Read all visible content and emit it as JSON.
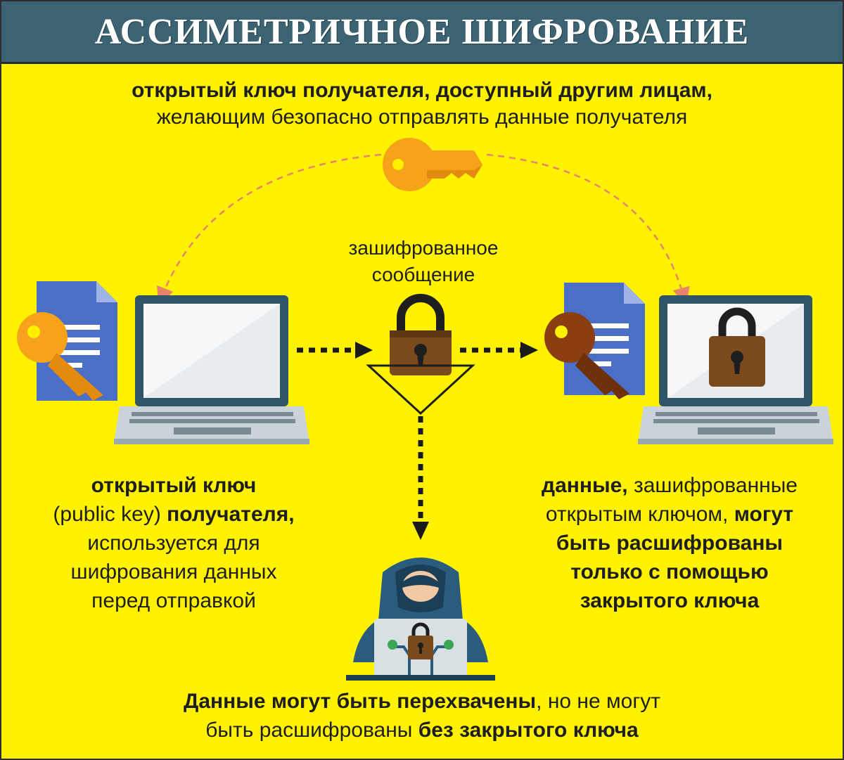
{
  "title": "АССИМЕТРИЧНОЕ ШИФРОВАНИЕ",
  "top_caption": {
    "line1_bold": "открытый ключ получателя, доступный другим лицам,",
    "line2": "желающим безопасно отправлять данные получателя"
  },
  "encrypted_message": {
    "line1": "зашифрованное",
    "line2": "сообщение"
  },
  "left_caption": {
    "line1_bold": "открытый ключ",
    "line2_normal": "(public key) ",
    "line2_bold": "получателя,",
    "line3": "используется для",
    "line4": "шифрования данных",
    "line5": "перед отправкой"
  },
  "right_caption": {
    "line1_bold": "данные,",
    "line1_normal": " зашифрованные",
    "line2_normal": "открытым ключом, ",
    "line2_bold": "могут",
    "line3_bold": "быть расшифрованы",
    "line4_bold": "только с помощью",
    "line5_bold": "закрытого ключа"
  },
  "bottom_caption": {
    "line1_bold": "Данные могут быть перехвачены",
    "line1_normal": ", но не могут",
    "line2_normal": "быть расшифрованы ",
    "line2_bold": "без закрытого ключа"
  },
  "colors": {
    "background": "#fff200",
    "title_bar": "#3b6372",
    "public_key": "#f7a21b",
    "private_key": "#8b3e12",
    "lock": "#7a4a1c",
    "document": "#4a6fc4",
    "laptop_frame": "#2f5667",
    "hacker": "#2b5c7e",
    "arrow": "#1a1a1a",
    "dashed_arc": "#e8836a"
  }
}
